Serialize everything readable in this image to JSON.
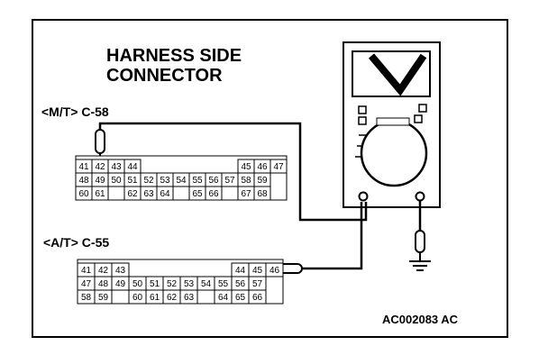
{
  "diagram": {
    "title_line1": "HARNESS SIDE",
    "title_line2": "CONNECTOR",
    "connector_mt": {
      "label": "<M/T> C-58",
      "rows": [
        [
          "41",
          "42",
          "43",
          "44",
          "",
          "",
          "",
          "",
          "",
          "",
          "45",
          "46",
          "47"
        ],
        [
          "48",
          "49",
          "50",
          "51",
          "52",
          "53",
          "54",
          "55",
          "56",
          "57",
          "58",
          "59"
        ],
        [
          "60",
          "61",
          "",
          "62",
          "63",
          "64",
          "",
          "65",
          "66",
          "",
          "67",
          "68"
        ]
      ]
    },
    "connector_at": {
      "label": "<A/T> C-55",
      "rows": [
        [
          "41",
          "42",
          "43",
          "",
          "",
          "",
          "",
          "",
          "",
          "44",
          "45",
          "46"
        ],
        [
          "47",
          "48",
          "49",
          "50",
          "51",
          "52",
          "53",
          "54",
          "55",
          "56",
          "57"
        ],
        [
          "58",
          "59",
          "",
          "60",
          "61",
          "62",
          "63",
          "",
          "64",
          "65",
          "66"
        ]
      ]
    },
    "figure_code": "AC002083 AC"
  }
}
